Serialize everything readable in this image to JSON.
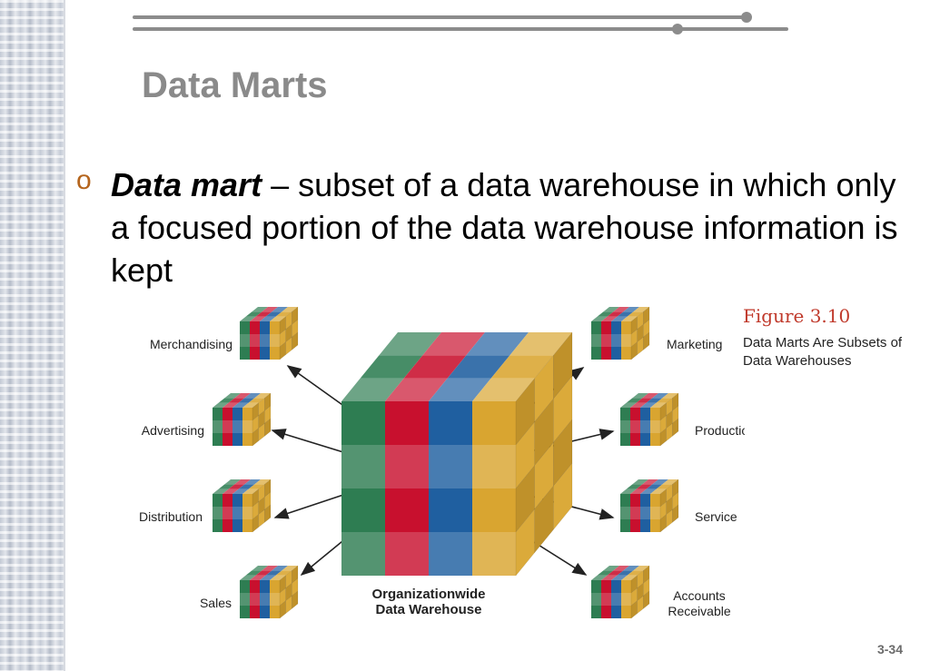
{
  "slide": {
    "title": "Data Marts",
    "bullet": {
      "term": "Data mart",
      "text": " – subset of a data warehouse in which only a focused portion of the data warehouse information is kept"
    },
    "figure": {
      "number": "Figure 3.10",
      "caption": "Data Marts Are Subsets of Data Warehouses",
      "warehouse_label_line1": "Organizationwide",
      "warehouse_label_line2": "Data Warehouse",
      "left_marts": [
        "Merchandising",
        "Advertising",
        "Distribution",
        "Sales"
      ],
      "right_marts": [
        "Marketing",
        "Production",
        "Service",
        "Accounts Receivable"
      ],
      "right_mart_last_line1": "Accounts",
      "right_mart_last_line2": "Receivable",
      "cube_colors": [
        "#2e7d52",
        "#c8102e",
        "#1f5fa0",
        "#d9a530"
      ]
    },
    "page_number": "3-34"
  }
}
